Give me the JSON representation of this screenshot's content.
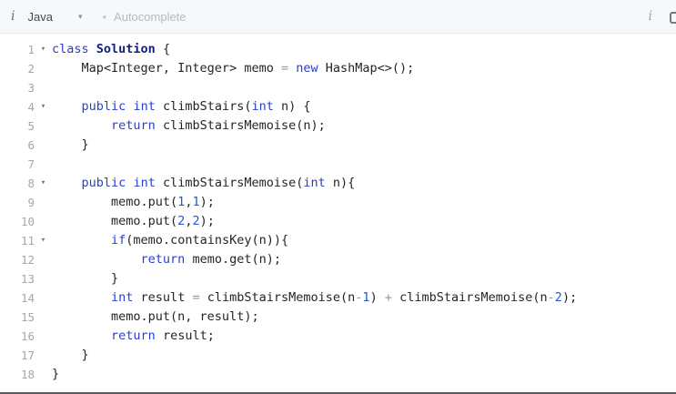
{
  "header": {
    "info_icon": "i",
    "language": "Java",
    "caret": "▾",
    "autocomplete_bullet": "•",
    "autocomplete_label": "Autocomplete"
  },
  "colors": {
    "keyword": "#2a3fc9",
    "classname": "#121f7d",
    "number": "#2a55d4",
    "operator": "#8a97b0",
    "plain": "#252525",
    "line_number": "#a2a7ac",
    "fold_caret": "#6d7174",
    "header_bg": "#f7f8fa",
    "header_text": "#45494d",
    "muted_text": "#b4bac0",
    "border": "#e7e9eb"
  },
  "editor": {
    "fold_caret_glyph": "▾",
    "token_types": {
      "k": "keyword",
      "c": "classname",
      "n": "number",
      "o": "operator",
      "p": "plain"
    },
    "lines": [
      {
        "num": 1,
        "fold": true,
        "tokens": [
          [
            "k",
            "class"
          ],
          [
            "p",
            " "
          ],
          [
            "c",
            "Solution"
          ],
          [
            "p",
            " {"
          ]
        ]
      },
      {
        "num": 2,
        "fold": false,
        "tokens": [
          [
            "p",
            "    Map<Integer, Integer> memo "
          ],
          [
            "o",
            "="
          ],
          [
            "p",
            " "
          ],
          [
            "k",
            "new"
          ],
          [
            "p",
            " HashMap<>();"
          ]
        ]
      },
      {
        "num": 3,
        "fold": false,
        "tokens": []
      },
      {
        "num": 4,
        "fold": true,
        "tokens": [
          [
            "p",
            "    "
          ],
          [
            "k",
            "public"
          ],
          [
            "p",
            " "
          ],
          [
            "k",
            "int"
          ],
          [
            "p",
            " climbStairs("
          ],
          [
            "k",
            "int"
          ],
          [
            "p",
            " n) {"
          ]
        ]
      },
      {
        "num": 5,
        "fold": false,
        "tokens": [
          [
            "p",
            "        "
          ],
          [
            "k",
            "return"
          ],
          [
            "p",
            " climbStairsMemoise(n);"
          ]
        ]
      },
      {
        "num": 6,
        "fold": false,
        "tokens": [
          [
            "p",
            "    }"
          ]
        ]
      },
      {
        "num": 7,
        "fold": false,
        "tokens": []
      },
      {
        "num": 8,
        "fold": true,
        "tokens": [
          [
            "p",
            "    "
          ],
          [
            "k",
            "public"
          ],
          [
            "p",
            " "
          ],
          [
            "k",
            "int"
          ],
          [
            "p",
            " climbStairsMemoise("
          ],
          [
            "k",
            "int"
          ],
          [
            "p",
            " n){"
          ]
        ]
      },
      {
        "num": 9,
        "fold": false,
        "tokens": [
          [
            "p",
            "        memo.put("
          ],
          [
            "n",
            "1"
          ],
          [
            "p",
            ","
          ],
          [
            "n",
            "1"
          ],
          [
            "p",
            ");"
          ]
        ]
      },
      {
        "num": 10,
        "fold": false,
        "tokens": [
          [
            "p",
            "        memo.put("
          ],
          [
            "n",
            "2"
          ],
          [
            "p",
            ","
          ],
          [
            "n",
            "2"
          ],
          [
            "p",
            ");"
          ]
        ]
      },
      {
        "num": 11,
        "fold": true,
        "tokens": [
          [
            "p",
            "        "
          ],
          [
            "k",
            "if"
          ],
          [
            "p",
            "(memo.containsKey(n)){"
          ]
        ]
      },
      {
        "num": 12,
        "fold": false,
        "tokens": [
          [
            "p",
            "            "
          ],
          [
            "k",
            "return"
          ],
          [
            "p",
            " memo.get(n);"
          ]
        ]
      },
      {
        "num": 13,
        "fold": false,
        "tokens": [
          [
            "p",
            "        }"
          ]
        ]
      },
      {
        "num": 14,
        "fold": false,
        "tokens": [
          [
            "p",
            "        "
          ],
          [
            "k",
            "int"
          ],
          [
            "p",
            " result "
          ],
          [
            "o",
            "="
          ],
          [
            "p",
            " climbStairsMemoise(n"
          ],
          [
            "o",
            "-"
          ],
          [
            "n",
            "1"
          ],
          [
            "p",
            ") "
          ],
          [
            "o",
            "+"
          ],
          [
            "p",
            " climbStairsMemoise(n"
          ],
          [
            "o",
            "-"
          ],
          [
            "n",
            "2"
          ],
          [
            "p",
            ");"
          ]
        ]
      },
      {
        "num": 15,
        "fold": false,
        "tokens": [
          [
            "p",
            "        memo.put(n, result);"
          ]
        ]
      },
      {
        "num": 16,
        "fold": false,
        "tokens": [
          [
            "p",
            "        "
          ],
          [
            "k",
            "return"
          ],
          [
            "p",
            " result;"
          ]
        ]
      },
      {
        "num": 17,
        "fold": false,
        "tokens": [
          [
            "p",
            "    }"
          ]
        ]
      },
      {
        "num": 18,
        "fold": false,
        "tokens": [
          [
            "p",
            "}"
          ]
        ]
      }
    ]
  }
}
